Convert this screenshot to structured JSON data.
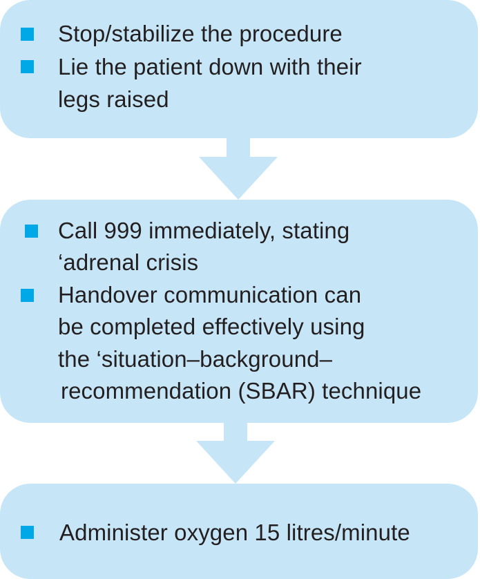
{
  "steps": [
    {
      "items": [
        {
          "lines": [
            "Stop/stabilize the procedure"
          ]
        },
        {
          "lines": [
            "Lie the patient down with their",
            "legs raised"
          ]
        }
      ]
    },
    {
      "items": [
        {
          "lines": [
            "Call 999 immediately, stating",
            "‘adrenal crisis"
          ]
        },
        {
          "lines": [
            "Handover communication can",
            "be completed effectively using",
            "the ‘situation–background–",
            "recommendation (SBAR) technique"
          ]
        }
      ]
    },
    {
      "items": [
        {
          "lines": [
            "Administer oxygen 15 litres/minute"
          ]
        }
      ]
    }
  ],
  "colors": {
    "box_fill": "#c6e6f7",
    "bullet": "#00a8e8",
    "text": "#231f20"
  }
}
